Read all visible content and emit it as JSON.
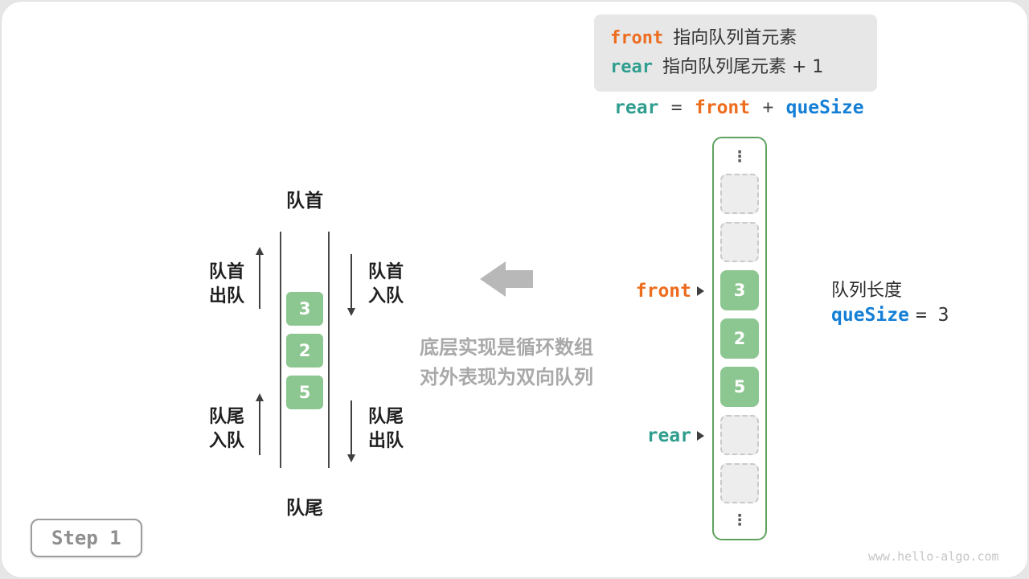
{
  "colors": {
    "front_orange": "#ed6c1e",
    "rear_teal": "#2f9e8e",
    "quesize_blue": "#147fd6",
    "cell_green": "#8cc690",
    "caption_gray": "#a9a9a9"
  },
  "info_box": {
    "front_keyword": "front",
    "front_text": "指向队列首元素",
    "rear_keyword": "rear",
    "rear_text": "指向队列尾元素 + 1"
  },
  "formula": {
    "lhs": "rear",
    "equals": "=",
    "front": "front",
    "plus": "+",
    "quesize": "queSize"
  },
  "queue": {
    "top_label": "队首",
    "bottom_label": "队尾",
    "values": [
      "3",
      "2",
      "5"
    ],
    "actions": {
      "top_left": [
        "队首",
        "出队"
      ],
      "top_right": [
        "队首",
        "入队"
      ],
      "bottom_left": [
        "队尾",
        "入队"
      ],
      "bottom_right": [
        "队尾",
        "出队"
      ]
    }
  },
  "caption": {
    "line1": "底层实现是循环数组",
    "line2": "对外表现为双向队列"
  },
  "array": {
    "ellipsis": "⋮",
    "front_label": "front",
    "rear_label": "rear"
  },
  "length_info": {
    "label": "队列长度",
    "keyword": "queSize",
    "value": "= 3"
  },
  "step": {
    "label": "Step 1"
  },
  "watermark": "www.hello-algo.com"
}
